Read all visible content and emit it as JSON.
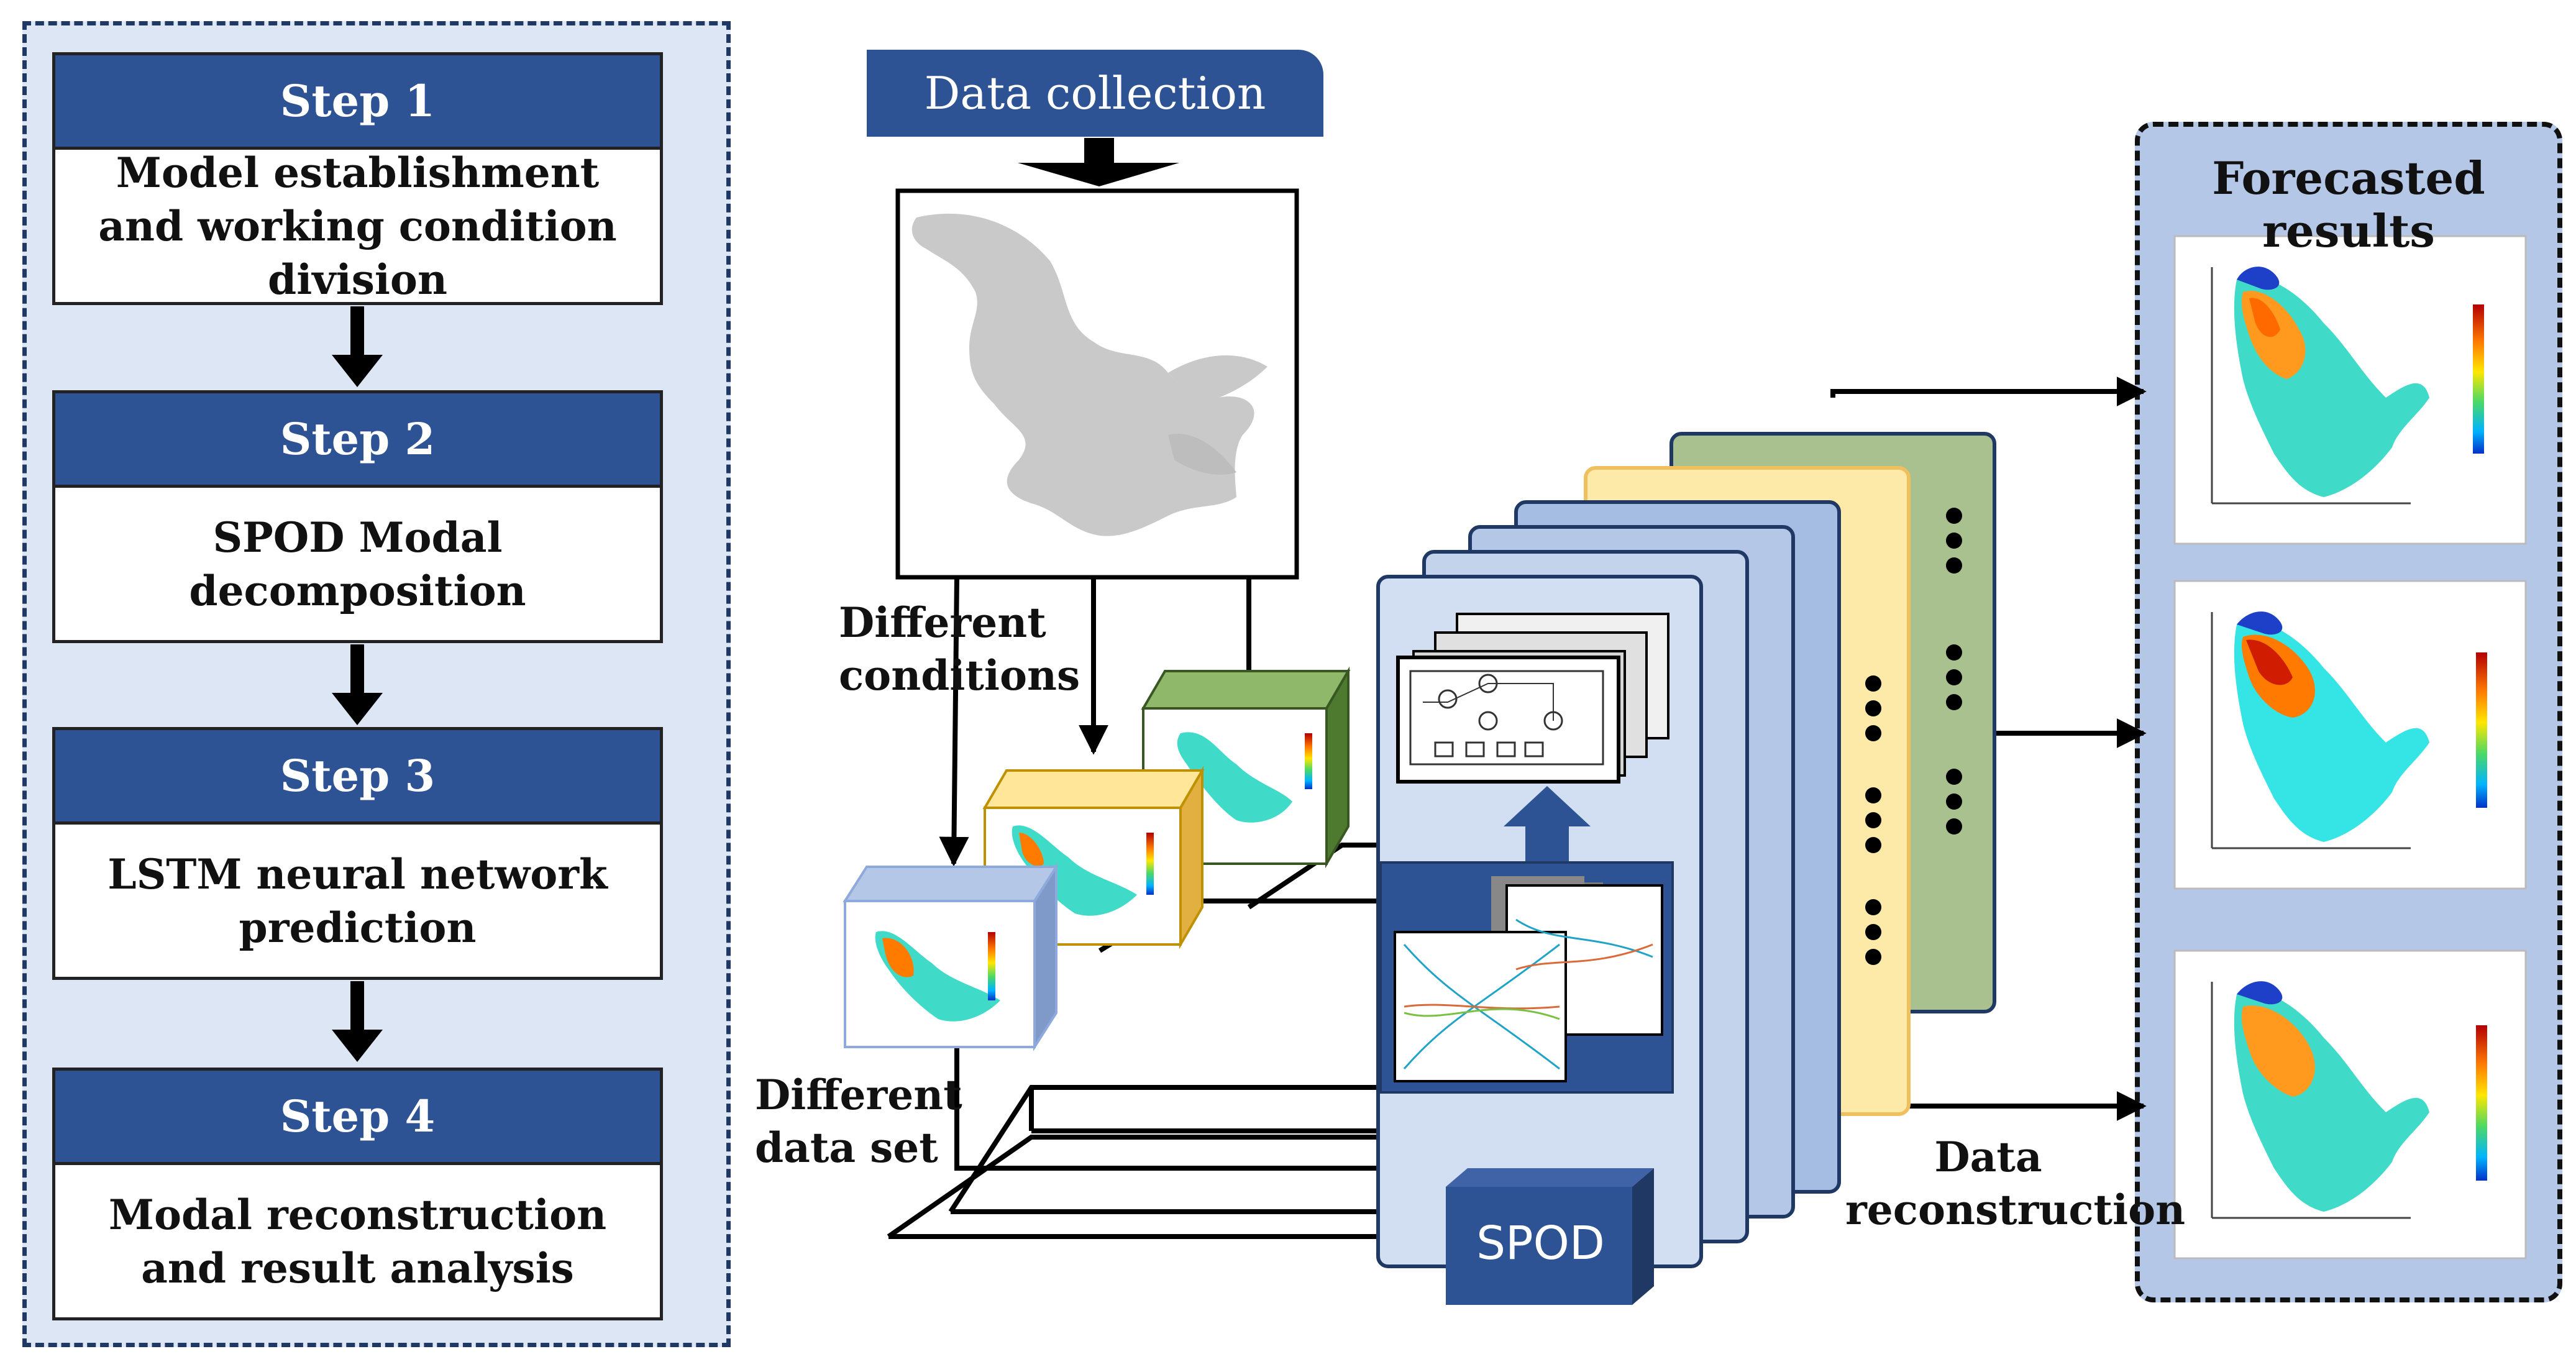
{
  "steps": [
    {
      "title": "Step 1",
      "desc": "Model establishment and working condition division"
    },
    {
      "title": "Step 2",
      "desc": "SPOD Modal decomposition"
    },
    {
      "title": "Step 3",
      "desc": "LSTM neural network prediction"
    },
    {
      "title": "Step 4",
      "desc": "Modal reconstruction and result analysis"
    }
  ],
  "data_collection": "Data collection",
  "labels": {
    "different_conditions": "Different\nconditions",
    "different_data_set": "Different\ndata set",
    "data_reconstruction": "Data\nreconstruction",
    "forecasted_results": "Forecasted results",
    "spod": "SPOD"
  },
  "colors": {
    "step_header": "#2e5394",
    "panel_bg": "#dce6f4",
    "layer_blue": "#b4c7e7",
    "layer_yellow": "#fde9a8",
    "layer_green": "#a9c08f",
    "spod_block": "#2e5394"
  }
}
